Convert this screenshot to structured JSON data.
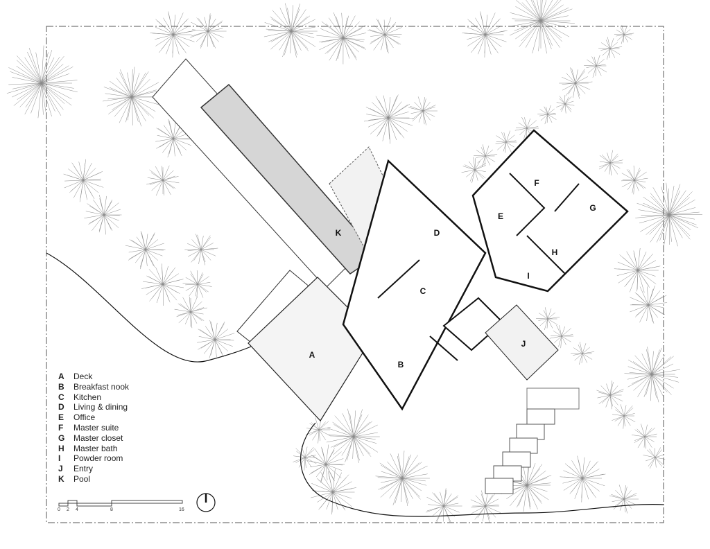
{
  "plan_labels": {
    "A": "A",
    "B": "B",
    "C": "C",
    "D": "D",
    "E": "E",
    "F": "F",
    "G": "G",
    "H": "H",
    "I": "I",
    "J": "J",
    "K": "K"
  },
  "legend": [
    {
      "key": "A",
      "label": "Deck"
    },
    {
      "key": "B",
      "label": "Breakfast nook"
    },
    {
      "key": "C",
      "label": "Kitchen"
    },
    {
      "key": "D",
      "label": "Living & dining"
    },
    {
      "key": "E",
      "label": "Office"
    },
    {
      "key": "F",
      "label": "Master suite"
    },
    {
      "key": "G",
      "label": "Master closet"
    },
    {
      "key": "H",
      "label": "Master bath"
    },
    {
      "key": "I",
      "label": "Powder room"
    },
    {
      "key": "J",
      "label": "Entry"
    },
    {
      "key": "K",
      "label": "Pool"
    }
  ],
  "scale_bar": {
    "ticks": [
      "0",
      "2",
      "4",
      "8",
      "16"
    ]
  },
  "north_arrow": "north-arrow-icon",
  "colors": {
    "line": "#222222",
    "pool": "#d6d6d6",
    "trees": "#8a8a8a"
  }
}
